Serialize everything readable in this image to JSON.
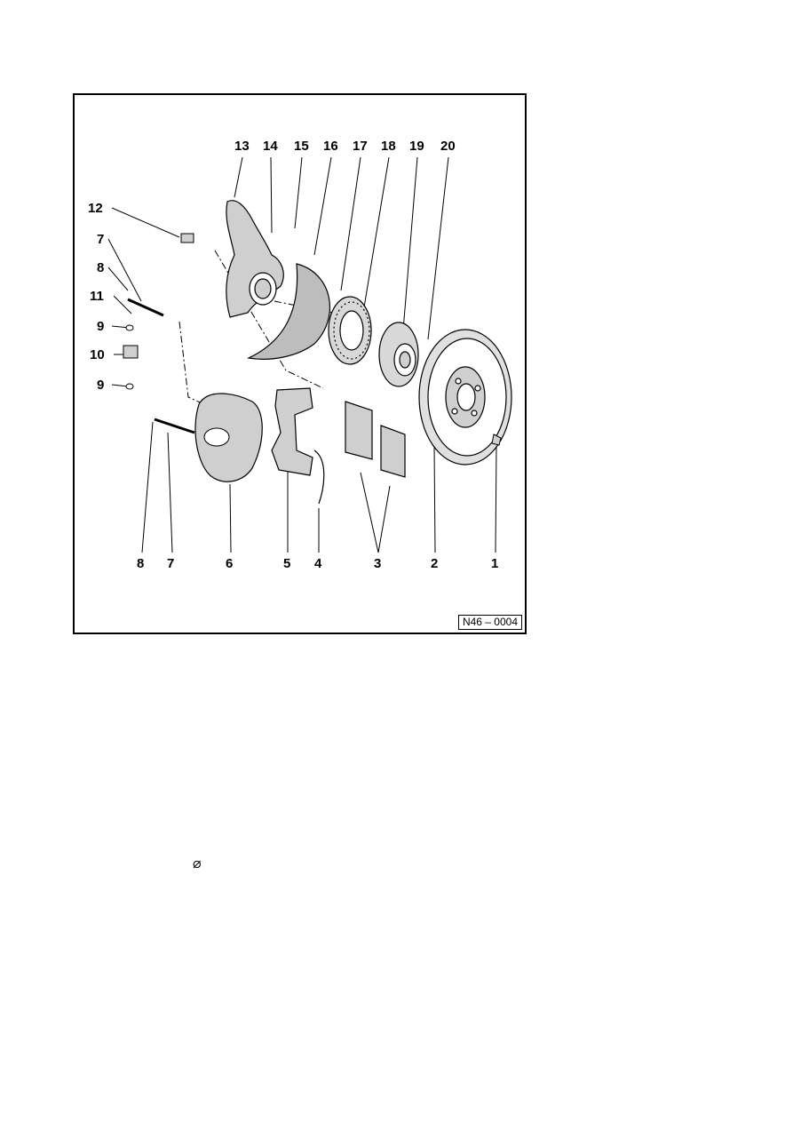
{
  "figure": {
    "id": "N46 – 0004",
    "labels_top": [
      "13",
      "14",
      "15",
      "16",
      "17",
      "18",
      "19",
      "20"
    ],
    "labels_left": [
      "12",
      "7",
      "8",
      "11",
      "9",
      "10",
      "9"
    ],
    "labels_bottom": [
      "8",
      "7",
      "6",
      "5",
      "4",
      "3",
      "2",
      "1"
    ]
  },
  "symbol": "⌀"
}
